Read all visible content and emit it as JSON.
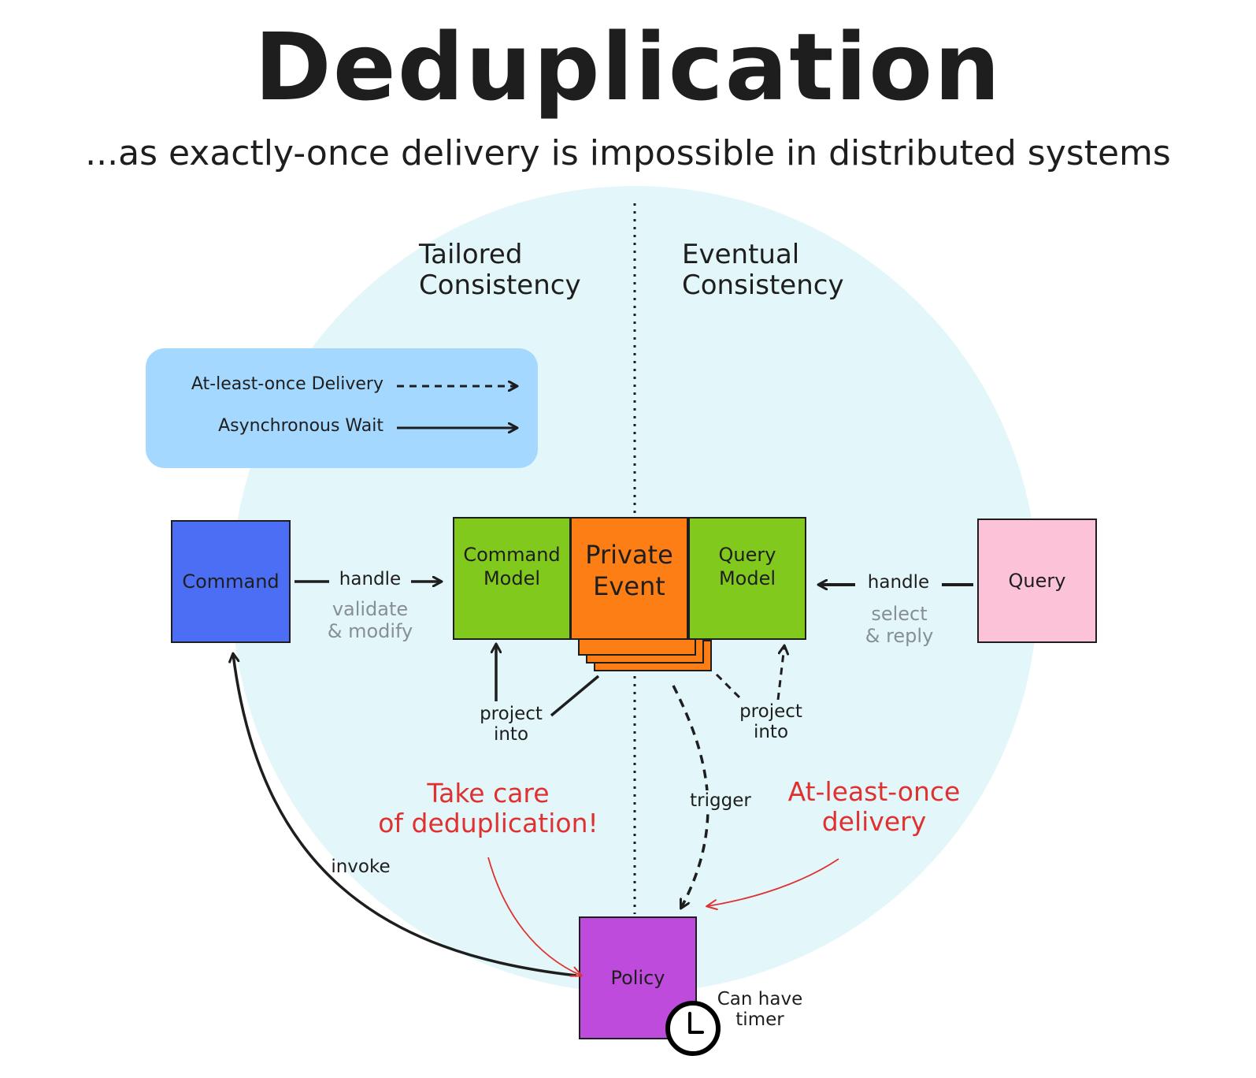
{
  "title": "Deduplication",
  "subtitle": "...as exactly-once delivery is impossible in distributed systems",
  "regions": {
    "left": "Tailored\nConsistency",
    "right": "Eventual\nConsistency"
  },
  "legend": {
    "dashed_label": "At-least-once Delivery",
    "solid_label": "Asynchronous Wait"
  },
  "boxes": {
    "command": "Command",
    "command_model": "Command\nModel",
    "private_event": "Private\nEvent",
    "query_model": "Query\nModel",
    "query": "Query",
    "policy": "Policy"
  },
  "labels": {
    "handle_left": "handle",
    "validate_modify": "validate\n& modify",
    "handle_right": "handle",
    "select_reply": "select\n& reply",
    "project_into_left": "project\ninto",
    "project_into_right": "project\ninto",
    "trigger": "trigger",
    "invoke": "invoke",
    "can_have_timer": "Can have\ntimer"
  },
  "notes": {
    "dedup": "Take care\nof deduplication!",
    "at_least_once": "At-least-once\ndelivery"
  },
  "colors": {
    "circle": "#e3f7fa",
    "legend_bg": "#a5d8ff",
    "command": "#4c6ef5",
    "command_model": "#82c91e",
    "private_event": "#fd7e14",
    "query_model": "#82c91e",
    "query": "#fcc2d7",
    "policy": "#be4bdb",
    "note_red": "#e03131",
    "muted_gray": "#868e96"
  }
}
